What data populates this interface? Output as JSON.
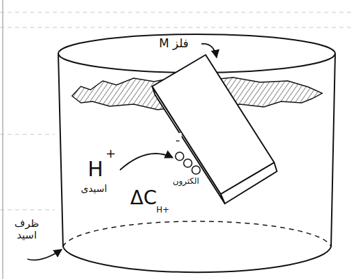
{
  "diagram": {
    "labels": [
      "فلز M",
      "H",
      "+",
      "اسیدی",
      "-",
      "ΔC",
      "H+",
      "الکترون",
      "ظرف اسید"
    ]
  }
}
